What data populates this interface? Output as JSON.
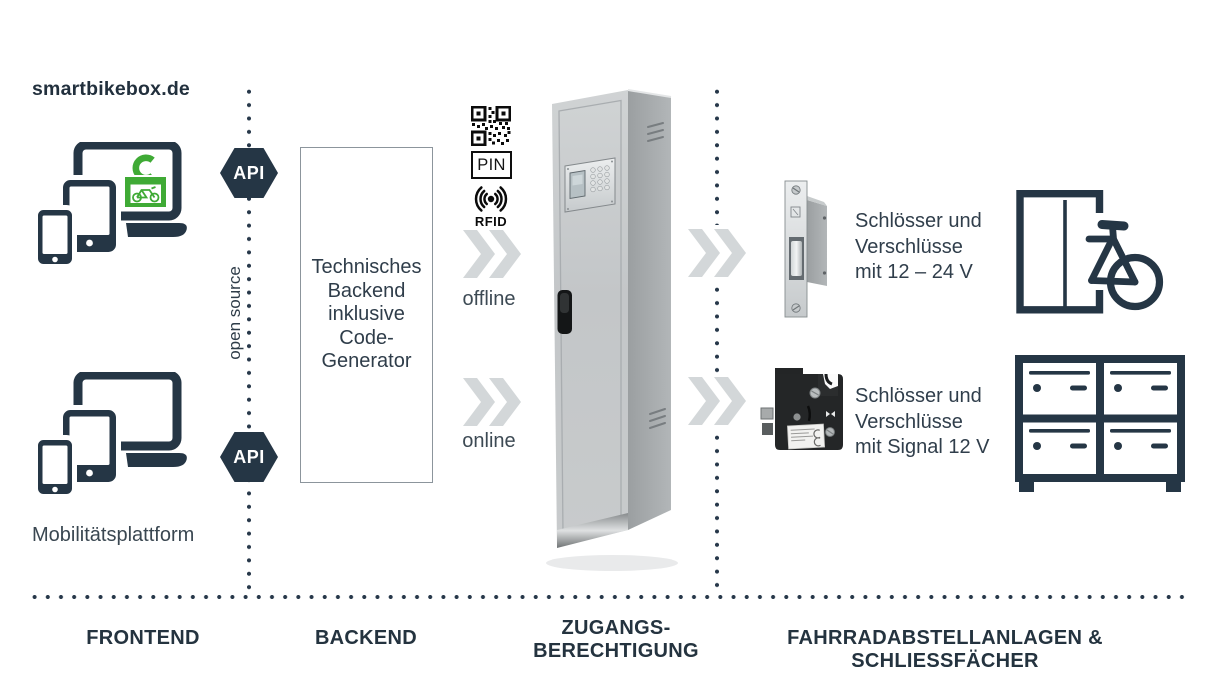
{
  "colors": {
    "navy": "#253645",
    "green": "#3faa35",
    "arrow_grey": "#d3d7d9",
    "text": "#303e4b",
    "heading": "#24333f"
  },
  "site_title": "smartbikebox.de",
  "frontend": {
    "platform_label": "Mobilitätsplattform"
  },
  "api_badge_label": "API",
  "open_source_label": "open source",
  "backend_box": {
    "lines": [
      "Technisches",
      "Backend",
      "inklusive",
      "Code-",
      "Generator"
    ]
  },
  "access_methods": {
    "pin_label": "PIN",
    "rfid_label": "RFID"
  },
  "modes": {
    "offline": "offline",
    "online": "online"
  },
  "locks": {
    "wired": [
      "Schlösser und",
      "Verschlüsse",
      "mit 12 – 24 V"
    ],
    "signal": [
      "Schlösser und",
      "Verschlüsse",
      "mit Signal 12 V"
    ]
  },
  "section_labels": {
    "frontend": "FRONTEND",
    "backend": "BACKEND",
    "access_line1": "ZUGANGS-",
    "access_line2": "BERECHTIGUNG",
    "storage": "FAHRRADABSTELLANLAGEN & SCHLIESSFÄCHER"
  },
  "icons": {
    "devices": "devices-cluster-icon",
    "bike_logo": "bike-lock-logo",
    "api": "api-hexagon-badge",
    "qr": "qr-code-icon",
    "pin": "pin-code-icon",
    "rfid": "rfid-icon",
    "arrow": "double-chevron-arrow-icon",
    "terminal": "access-terminal-cabinet",
    "strike_lock": "strike-lock",
    "signal_lock": "signal-lock",
    "bike_box": "bike-box-icon",
    "lockers": "lockers-icon"
  }
}
